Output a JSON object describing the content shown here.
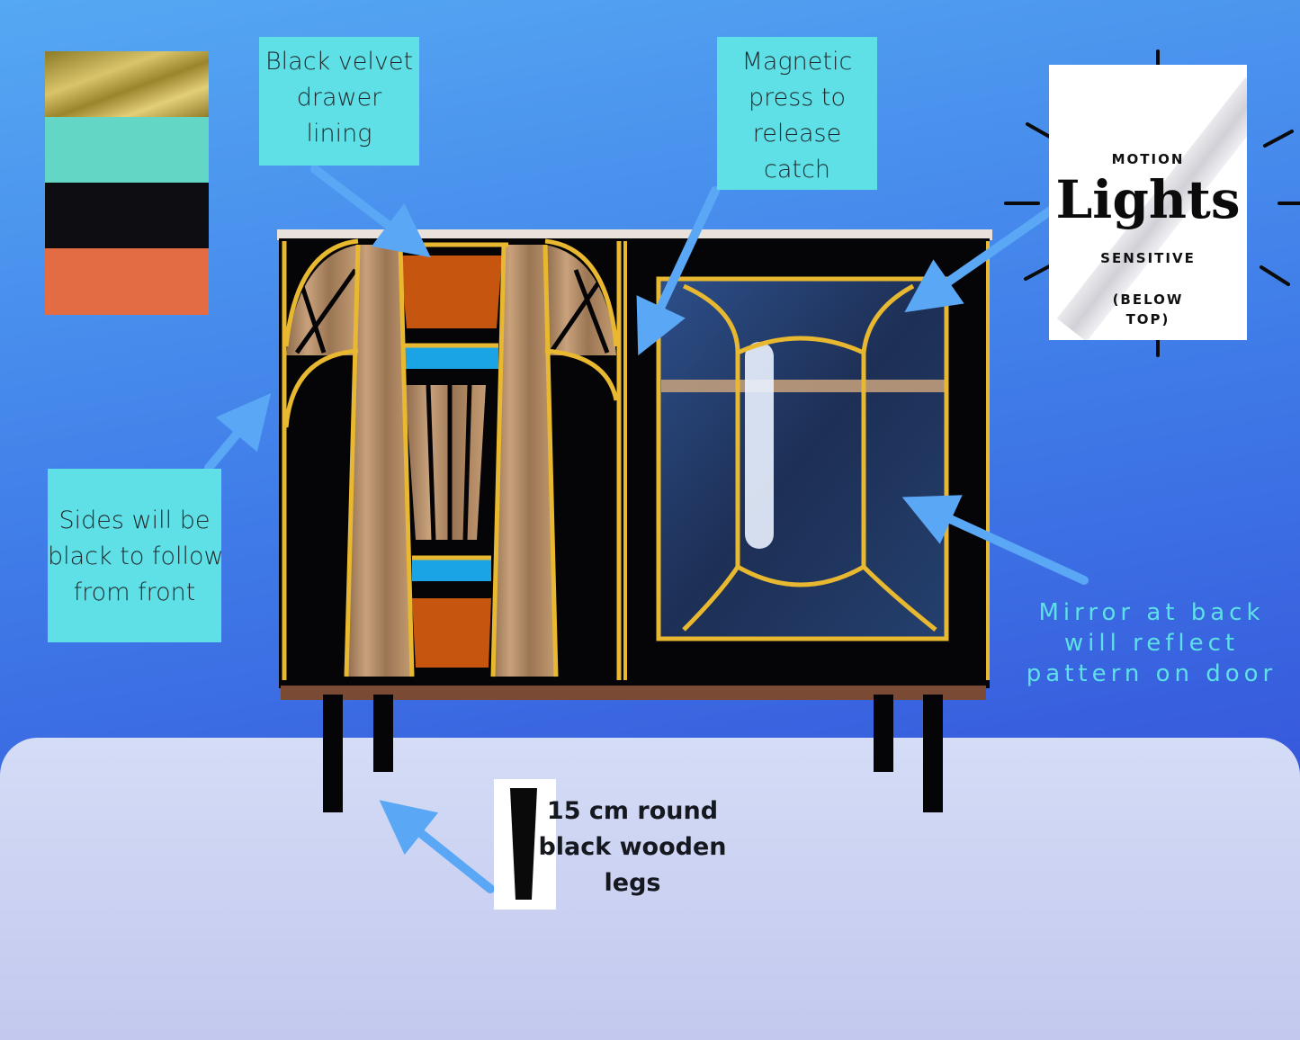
{
  "palette": {
    "swatches": [
      {
        "name": "gold",
        "color": "#b8a03c"
      },
      {
        "name": "turquoise",
        "color": "#64d6c6"
      },
      {
        "name": "black",
        "color": "#0d0d12"
      },
      {
        "name": "orange",
        "color": "#e46c43"
      }
    ]
  },
  "notes": {
    "drawer_lining": [
      "Black velvet",
      "drawer",
      "lining"
    ],
    "catch": [
      "Magnetic",
      "press to",
      "release",
      "catch"
    ],
    "sides": [
      "Sides will be",
      "black to follow",
      "from front"
    ],
    "mirror": [
      "Mirror at back",
      "will reflect",
      "pattern on door"
    ],
    "legs": [
      "15 cm round",
      "black wooden",
      "legs"
    ]
  },
  "lights_card": {
    "line1": "MOTION",
    "line2": "Lights",
    "line3": "SENSITIVE",
    "line4a": "(BELOW",
    "line4b": "TOP)"
  },
  "colors": {
    "accent_cyan": "#5ee0e6",
    "gold_trim": "#e8b830",
    "arrow_blue": "#5aa7f5"
  }
}
